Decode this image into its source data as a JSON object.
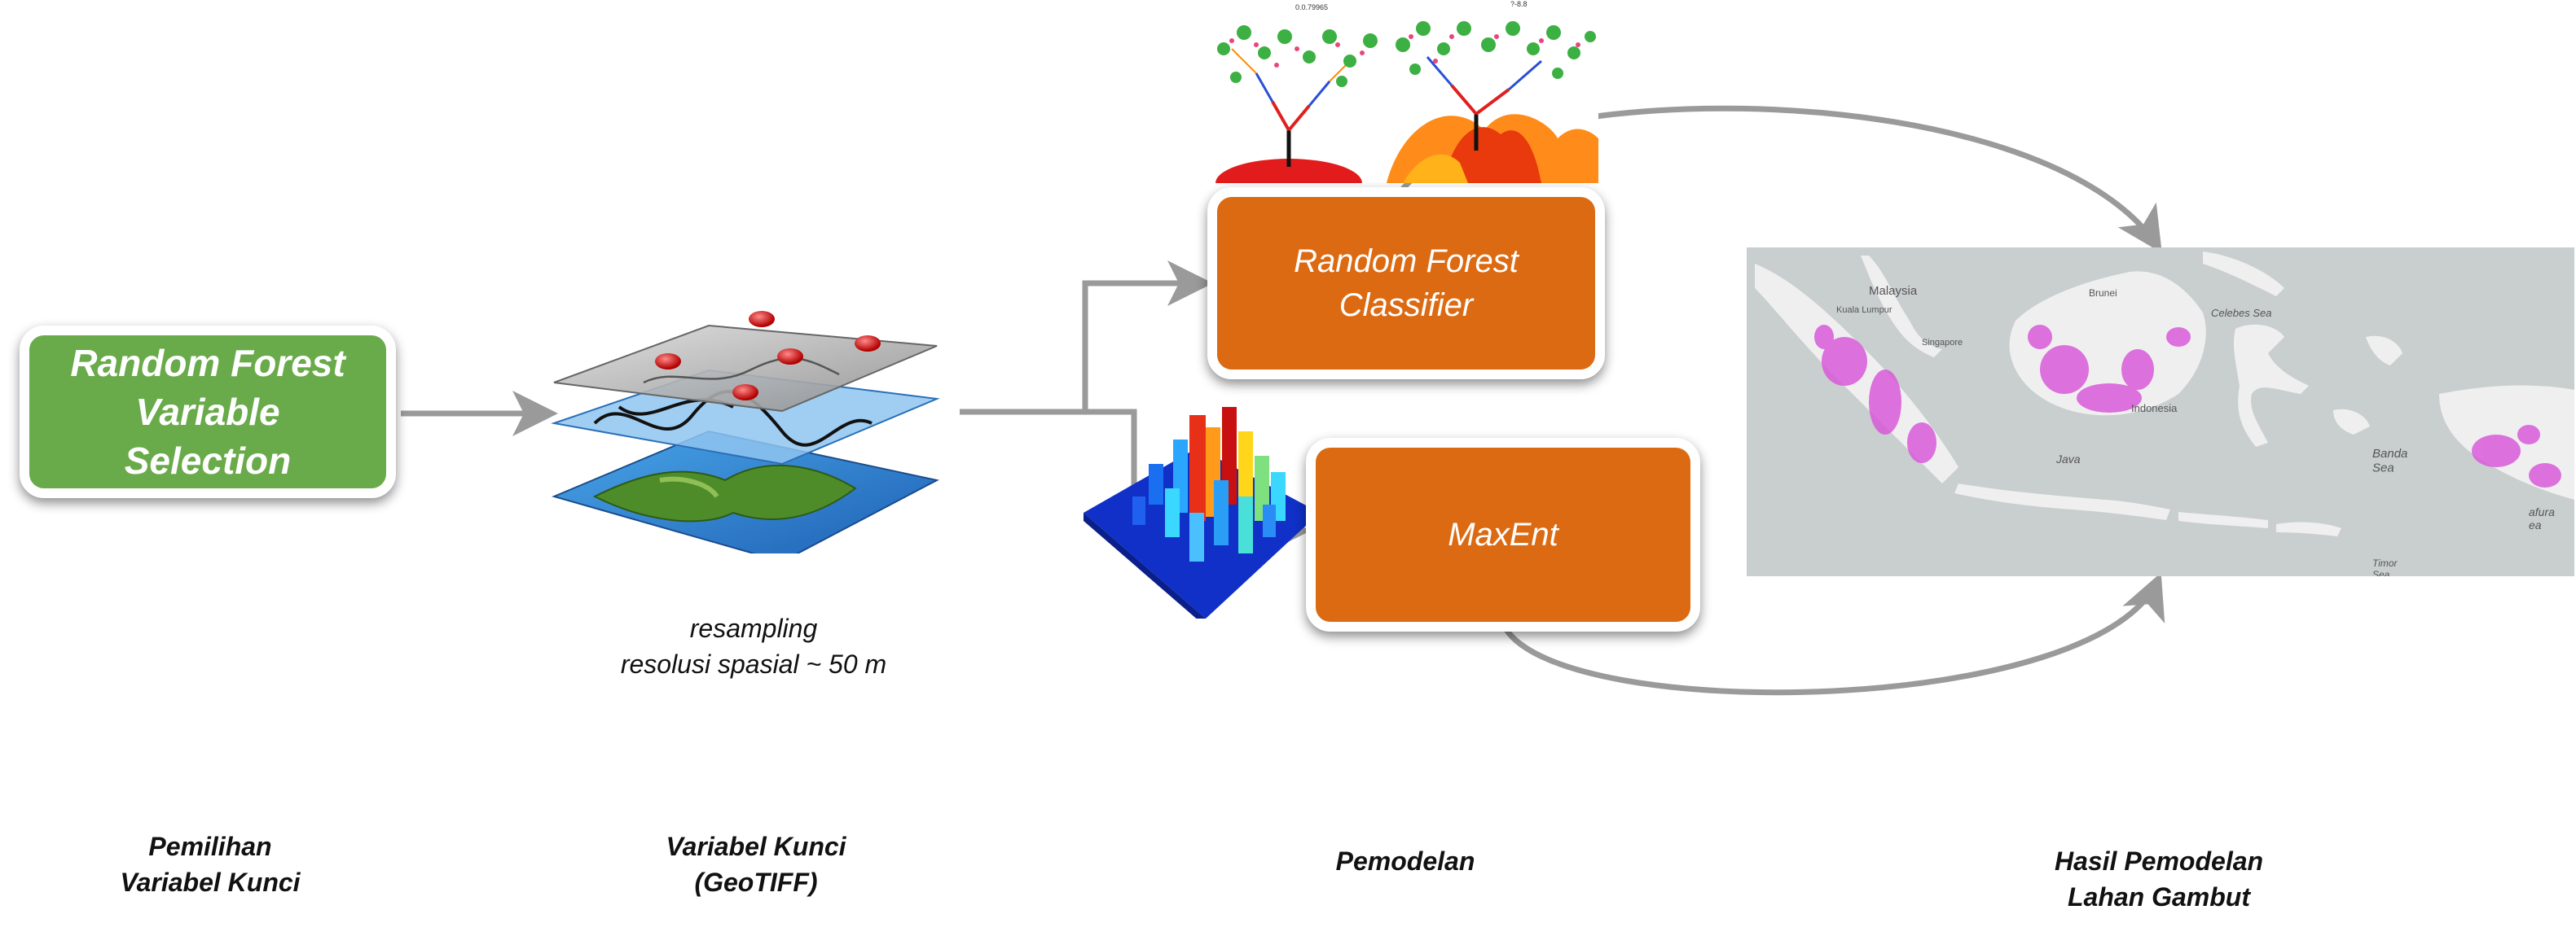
{
  "boxes": {
    "rf_selection": "Random Forest\nVariable\nSelection",
    "rf_classifier": "Random Forest\nClassifier",
    "maxent": "MaxEnt"
  },
  "captions": {
    "resampling": "resampling\nresolusi spasial ~ 50 m"
  },
  "stages": {
    "pemilihan": "Pemilihan\nVariabel Kunci",
    "variabel": "Variabel Kunci\n(GeoTIFF)",
    "pemodelan": "Pemodelan",
    "hasil": "Hasil Pemodelan\nLahan Gambut"
  },
  "map_labels": {
    "malaysia": "Malaysia",
    "kuala_lumpur": "Kuala Lumpur",
    "singapore": "Singapore",
    "brunei": "Brunei",
    "indonesia": "Indonesia",
    "java": "Java",
    "banda_sea": "Banda\nSea",
    "celebes_sea": "Celebes Sea",
    "timor_sea": "Timor\nSea",
    "arafura": "afura\nea"
  },
  "tree_labels": {
    "left": "0.0.79965",
    "right": "?-8.8"
  },
  "colors": {
    "green_box": "#69aa4a",
    "orange_box": "#dc6a12",
    "arrow": "#9a9a9a",
    "peat": "#d95ad9",
    "map_sea": "#c9cecf",
    "map_land": "#efefef"
  }
}
